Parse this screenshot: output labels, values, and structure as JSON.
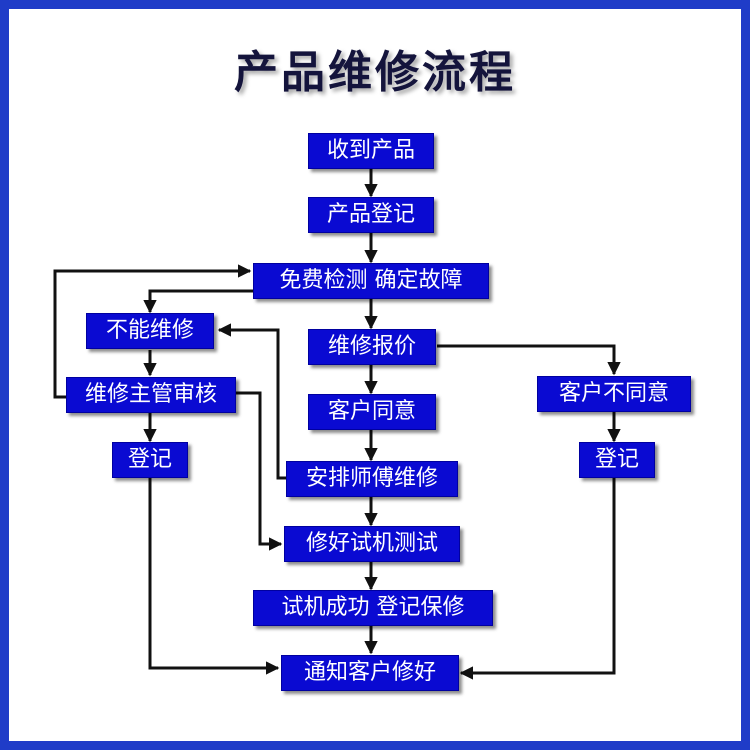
{
  "title": "产品维修流程",
  "colors": {
    "frame": "#1f3cc8",
    "box": "#0a0ad2",
    "box_text": "#ffffff",
    "arrow": "#111111"
  },
  "nodes": {
    "receive": "收到产品",
    "register_product": "产品登记",
    "free_inspection": "免费检测 确定故障",
    "cannot_repair": "不能维修",
    "quote": "维修报价",
    "supervisor_review": "维修主管审核",
    "customer_agree": "客户同意",
    "customer_disagree": "客户不同意",
    "register_left": "登记",
    "register_right": "登记",
    "assign_technician": "安排师傅维修",
    "test_after_repair": "修好试机测试",
    "test_success": "试机成功 登记保修",
    "notify_customer": "通知客户修好"
  }
}
